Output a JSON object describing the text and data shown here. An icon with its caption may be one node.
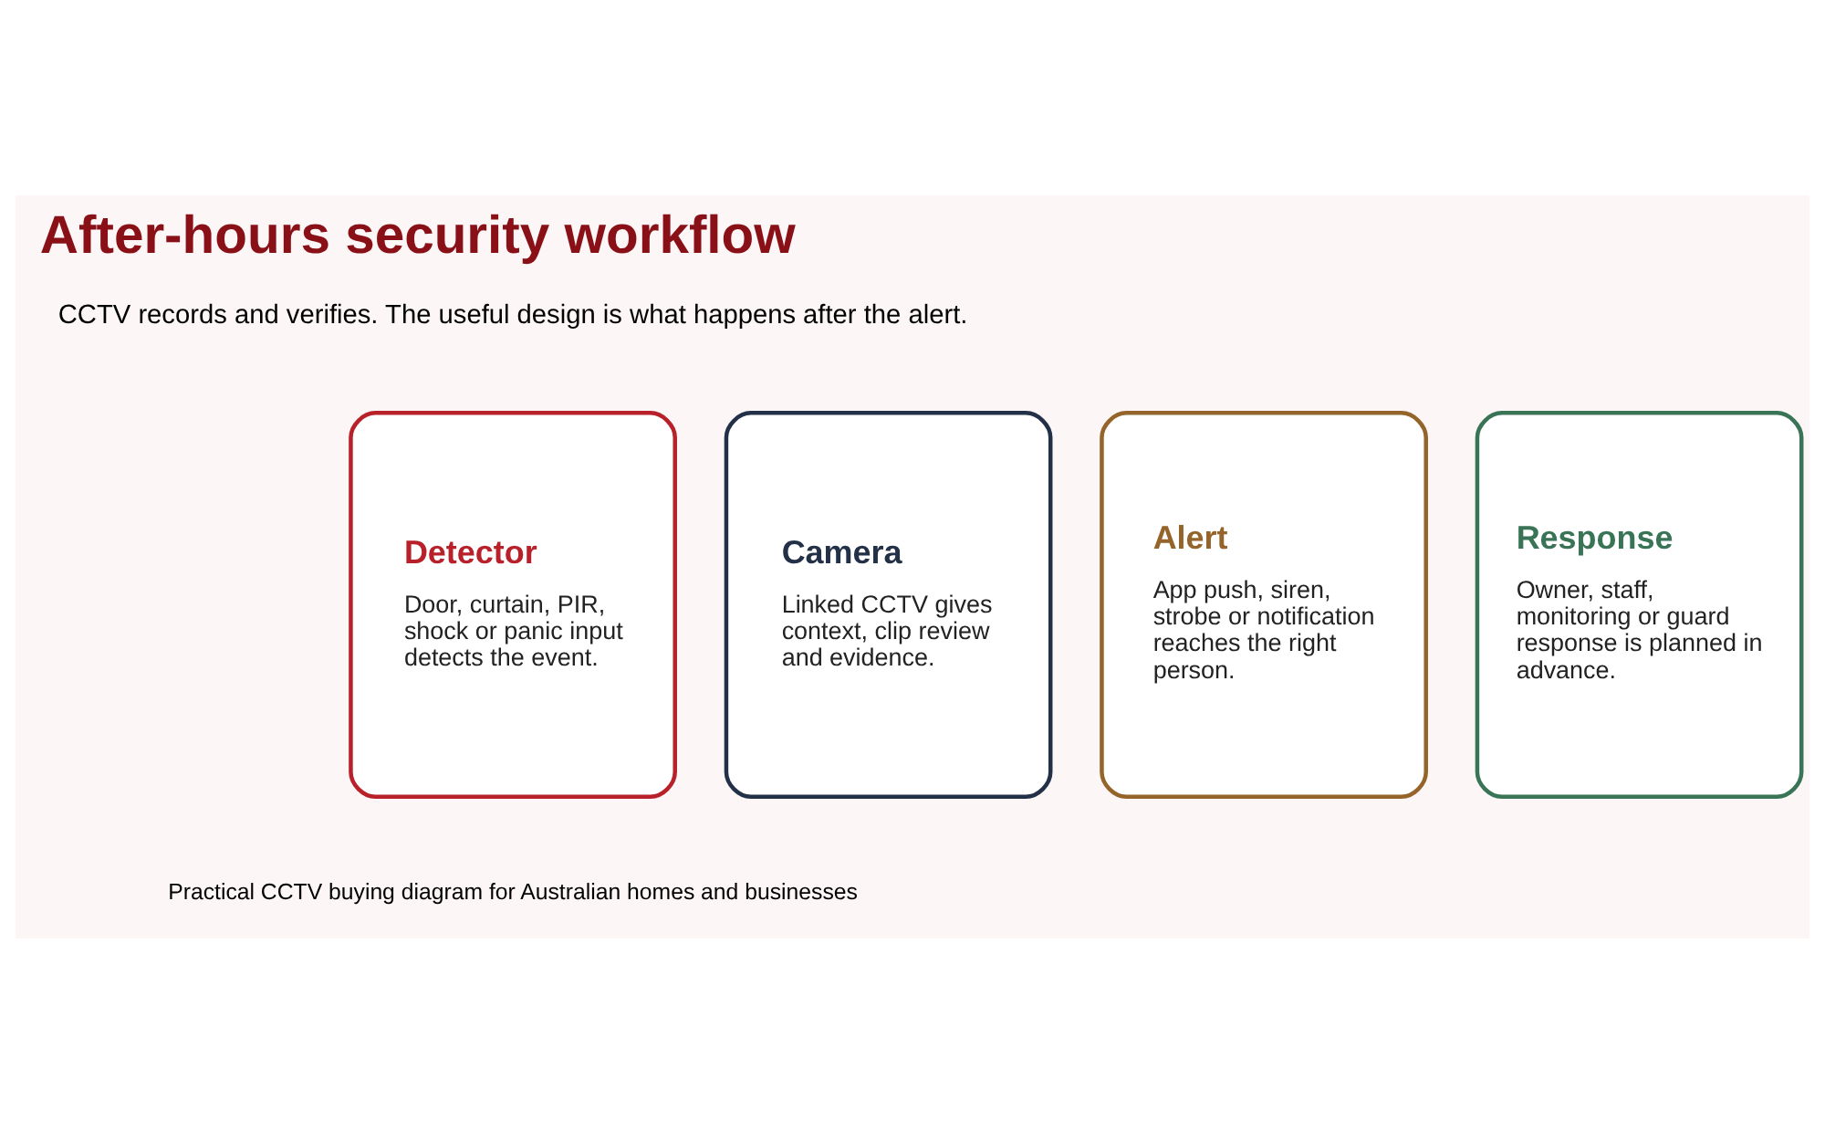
{
  "diagram": {
    "title": "After-hours security workflow",
    "caption": "Practical CCTV buying diagram for Australian homes and businesses",
    "nodes": [
      {
        "text": [
          "Detector",
          "Door, curtain, PIR, shock or panic input detects the event."
        ]
      },
      {
        "text": [
          "Camera",
          "Linked CCTV gives context, clip review and evidence."
        ]
      },
      {
        "text": [
          "Alert",
          "App push, siren, strobe or notification reaches the right person."
        ]
      },
      {
        "text": [
          "Response",
          "Owner, staff, monitoring or guard response is planned in advance."
        ]
      }
    ],
    "labels": [
      "CCTV records and verifies. The useful design is what happens after the alert."
    ]
  }
}
